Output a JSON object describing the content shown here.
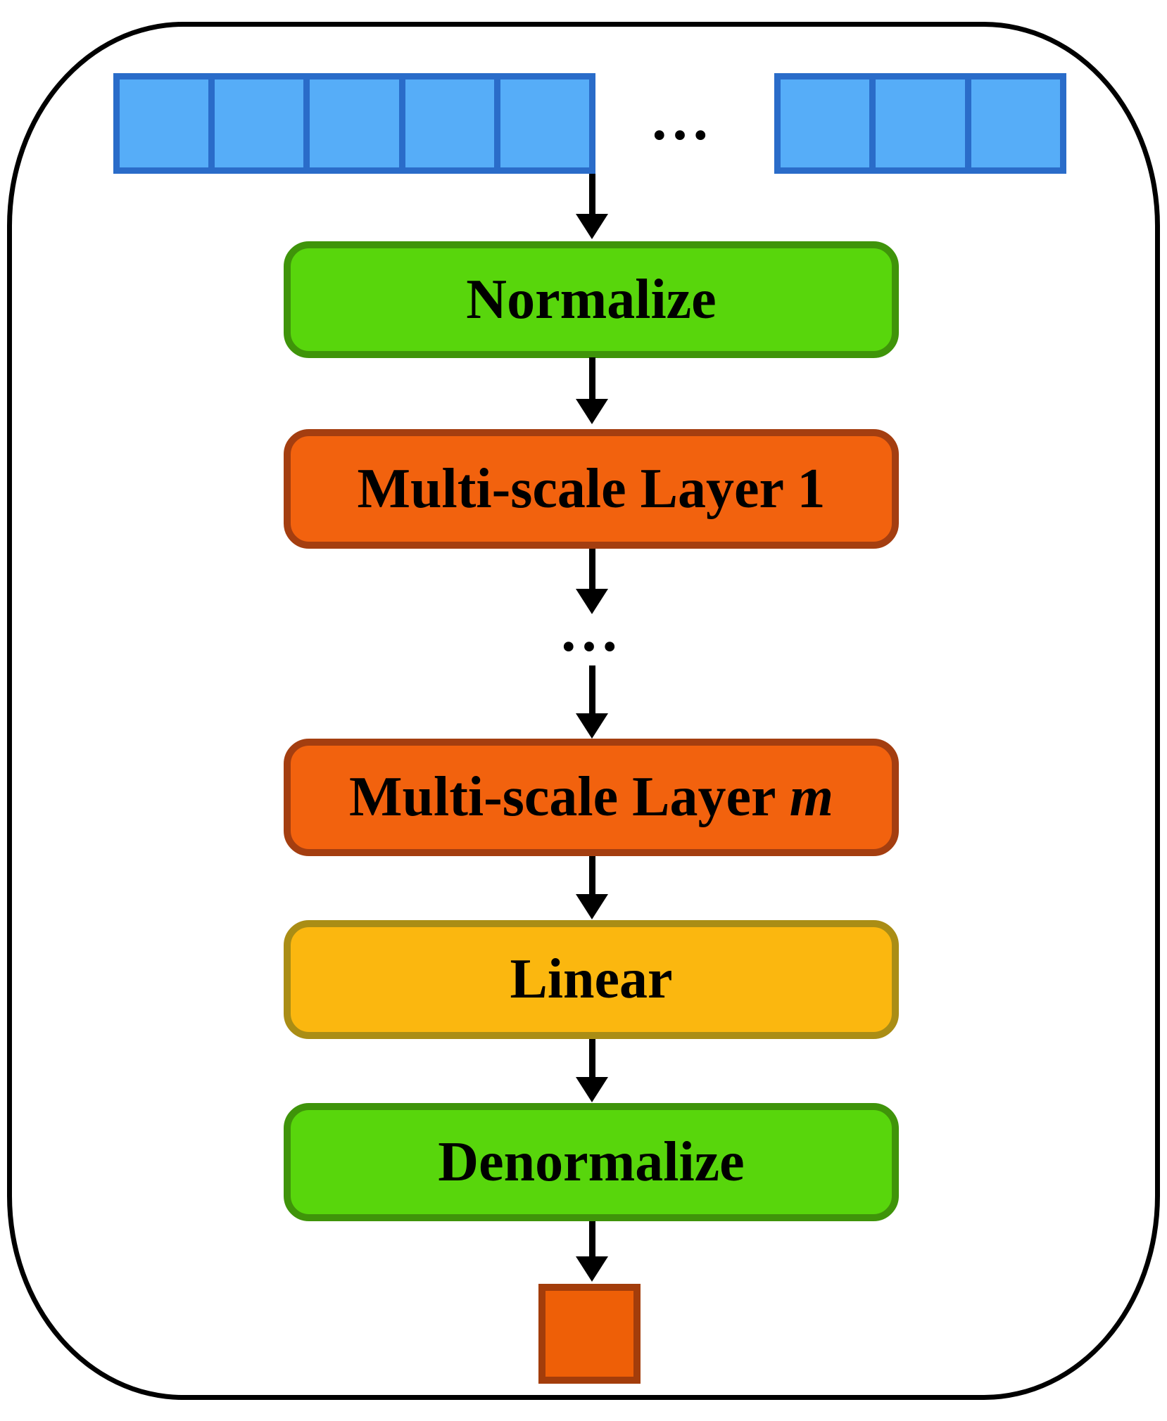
{
  "colors": {
    "ink": "#000000",
    "background": "#ffffff",
    "token_cell_fill": "#56adf8",
    "token_cell_border": "#2a6cc9",
    "stage_green_fill": "#58d60c",
    "stage_green_border": "#3f940a",
    "stage_orange_fill": "#f2620e",
    "stage_orange_border": "#a43e10",
    "stage_yellow_fill": "#fbb70f",
    "stage_yellow_border": "#aa8d15",
    "output_token_fill": "#ee5f07",
    "output_token_border": "#a33d0b"
  },
  "flow": {
    "input_strip": {
      "left_cell_count": 5,
      "right_cell_count": 3,
      "ellipsis": "..."
    },
    "stages": {
      "normalize": {
        "label": "Normalize"
      },
      "multiscale_1": {
        "label": "Multi-scale Layer 1"
      },
      "between_layers_ellipsis": "...",
      "multiscale_m": {
        "label_prefix": "Multi-scale Layer",
        "label_var": "m"
      },
      "linear": {
        "label": "Linear"
      },
      "denormalize": {
        "label": "Denormalize"
      }
    }
  }
}
